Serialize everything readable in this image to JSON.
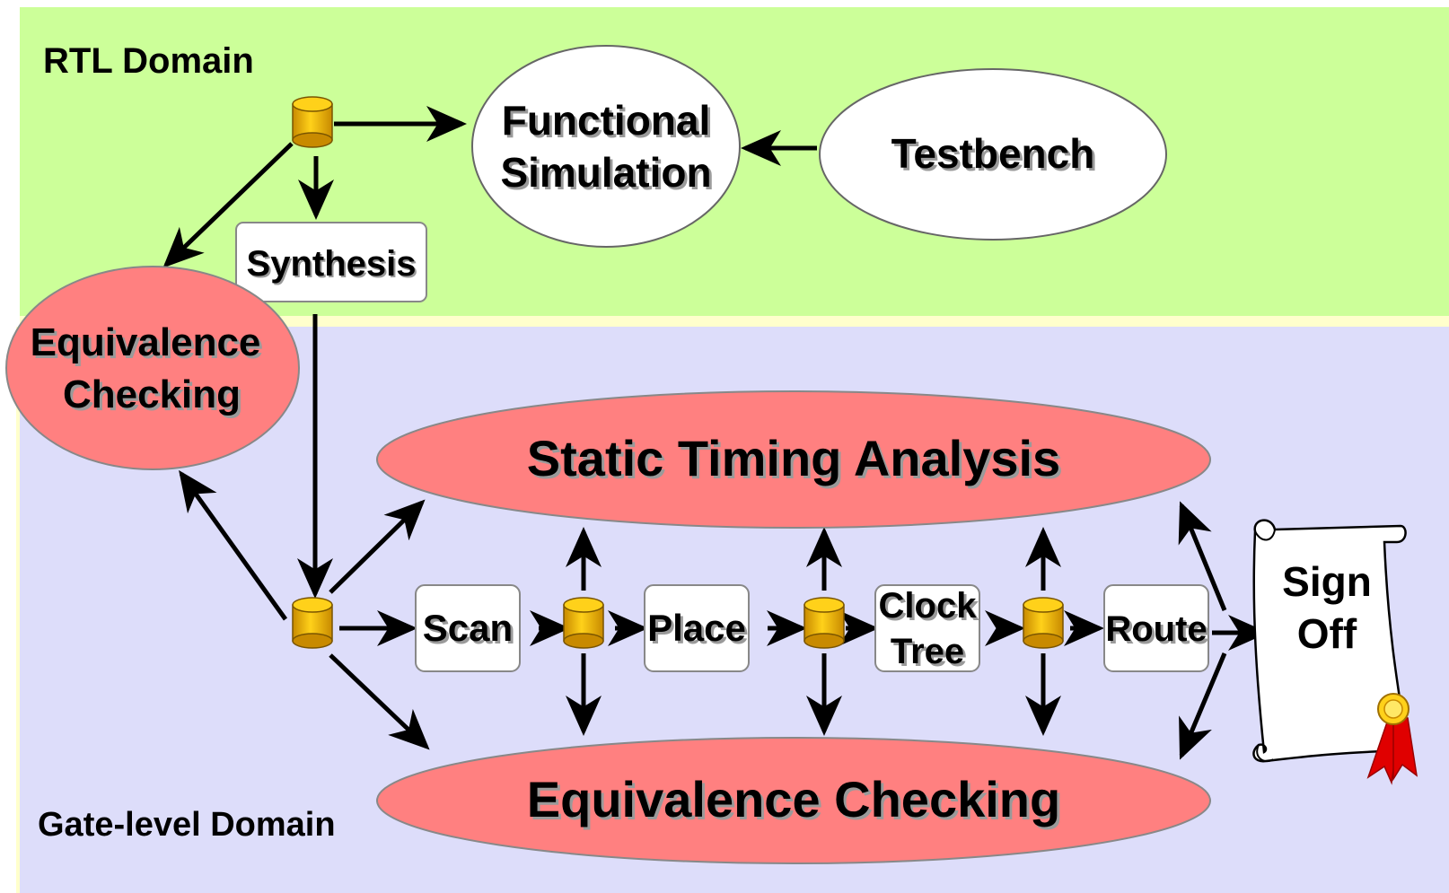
{
  "rtl_domain": {
    "title": "RTL Domain"
  },
  "gate_domain": {
    "title": "Gate-level Domain"
  },
  "functional_simulation": {
    "line1": "Functional",
    "line2": "Simulation"
  },
  "testbench": {
    "label": "Testbench"
  },
  "synthesis": {
    "label": "Synthesis"
  },
  "rtl_equivalence": {
    "line1": "Equivalence",
    "line2": "Checking"
  },
  "static_timing": {
    "label": "Static Timing Analysis"
  },
  "gate_equivalence": {
    "label": "Equivalence Checking"
  },
  "steps": {
    "scan": "Scan",
    "place": "Place",
    "clock_tree_line1": "Clock",
    "clock_tree_line2": "Tree",
    "route": "Route"
  },
  "sign_off": {
    "line1": "Sign",
    "line2": "Off"
  },
  "colors": {
    "rtl_bg": "#ccff99",
    "gate_bg": "#ddddfa",
    "analysis_fill": "#ff8080",
    "db_fill": "#f2b800",
    "ribbon": "#e00000"
  }
}
